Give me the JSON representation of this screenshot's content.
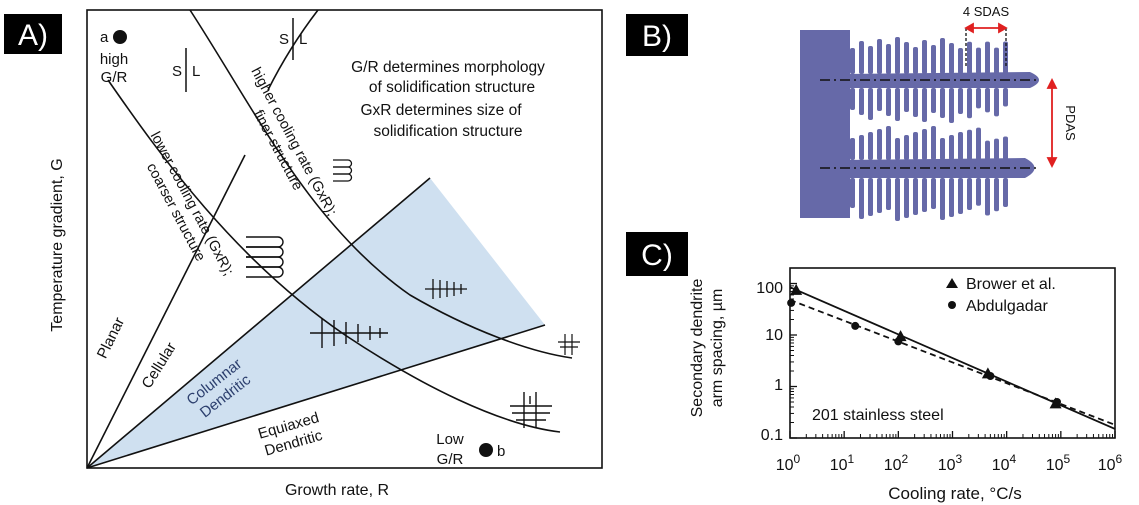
{
  "panel_a": {
    "tag": "A)",
    "y_axis_label": "Temperature gradient, G",
    "x_axis_label": "Growth rate, R",
    "point_a_letter": "a",
    "point_a_label": [
      "high",
      "G/R"
    ],
    "point_b_letter": "b",
    "point_b_label": [
      "Low",
      "G/R"
    ],
    "interface_s": "S",
    "interface_l": "L",
    "note_lines": [
      "G/R determines morphology",
      "of solidification structure",
      "GxR determines size of",
      "solidification structure"
    ],
    "higher_rate_label": [
      "higher cooling rate (GxR);",
      "finer structure"
    ],
    "lower_rate_label": [
      "lower cooling rate (GxR);",
      "coarser structure"
    ],
    "regions": {
      "planar": "Planar",
      "cellular": "Cellular",
      "columnar": [
        "Columnar",
        "Dendritic"
      ],
      "equiaxed": [
        "Equiaxed",
        "Dendritic"
      ]
    },
    "colors": {
      "shade": "#cfe0f0",
      "ink": "#111111"
    }
  },
  "panel_b": {
    "tag": "B)",
    "sdas_label": "4 SDAS",
    "pdas_label": "PDAS",
    "colors": {
      "dendrite": "#6669a8",
      "arrow": "#e02020",
      "axis": "#111111"
    }
  },
  "panel_c": {
    "tag": "C)",
    "ylabel_lines": [
      "Secondary dendrite",
      "arm spacing, µm"
    ],
    "xlabel": "Cooling rate, °C/s",
    "annotation": "201 stainless steel",
    "y_tick_labels": [
      "100",
      "10",
      "1",
      "0.1"
    ],
    "x_tick_labels": [
      {
        "base": "10",
        "exp": "0"
      },
      {
        "base": "10",
        "exp": "1"
      },
      {
        "base": "10",
        "exp": "2"
      },
      {
        "base": "10",
        "exp": "3"
      },
      {
        "base": "10",
        "exp": "4"
      },
      {
        "base": "10",
        "exp": "5"
      },
      {
        "base": "10",
        "exp": "6"
      }
    ],
    "legend": [
      "Brower et al.",
      "Abdulgadar"
    ]
  },
  "chart_data": {
    "type": "scatter",
    "title": "",
    "xlabel": "Cooling rate, °C/s",
    "ylabel": "Secondary dendrite arm spacing, µm",
    "x_scale": "log",
    "y_scale": "log",
    "xlim": [
      1,
      1000000
    ],
    "ylim": [
      0.1,
      200
    ],
    "legend_position": "top-right",
    "annotation": "201 stainless steel",
    "series": [
      {
        "name": "Brower et al.",
        "marker": "triangle",
        "line": "solid",
        "points": [
          [
            1.3,
            75
          ],
          [
            110,
            9.5
          ],
          [
            4500,
            1.8
          ],
          [
            80000,
            0.47
          ]
        ],
        "fit": [
          [
            1,
            85
          ],
          [
            1000000,
            0.15
          ]
        ]
      },
      {
        "name": "Abdulgadar",
        "marker": "circle",
        "line": "dashed",
        "points": [
          [
            1.05,
            42
          ],
          [
            16,
            15
          ],
          [
            100,
            7.5
          ],
          [
            5000,
            1.6
          ],
          [
            85000,
            0.5
          ]
        ],
        "fit": [
          [
            1,
            48
          ],
          [
            1000000,
            0.18
          ]
        ]
      }
    ]
  }
}
